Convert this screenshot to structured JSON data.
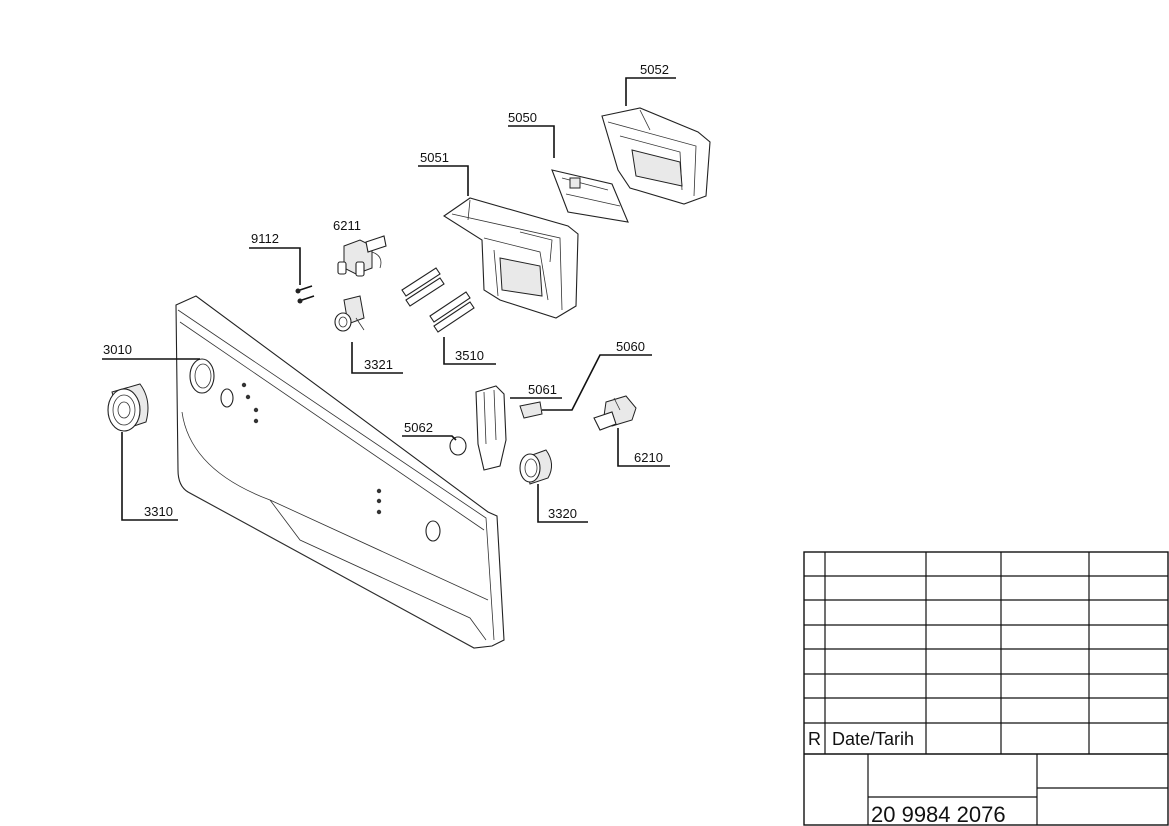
{
  "part_labels": {
    "p5052": "5052",
    "p5050": "5050",
    "p5051": "5051",
    "p6211": "6211",
    "p9112": "9112",
    "p3010": "3010",
    "p3321": "3321",
    "p3510": "3510",
    "p5060": "5060",
    "p5061": "5061",
    "p5062": "5062",
    "p6210": "6210",
    "p3310": "3310",
    "p3320": "3320"
  },
  "title_block": {
    "revision_letter": "R",
    "date_label": "Date/Tarih",
    "drawing_number": "20 9984 2076"
  }
}
